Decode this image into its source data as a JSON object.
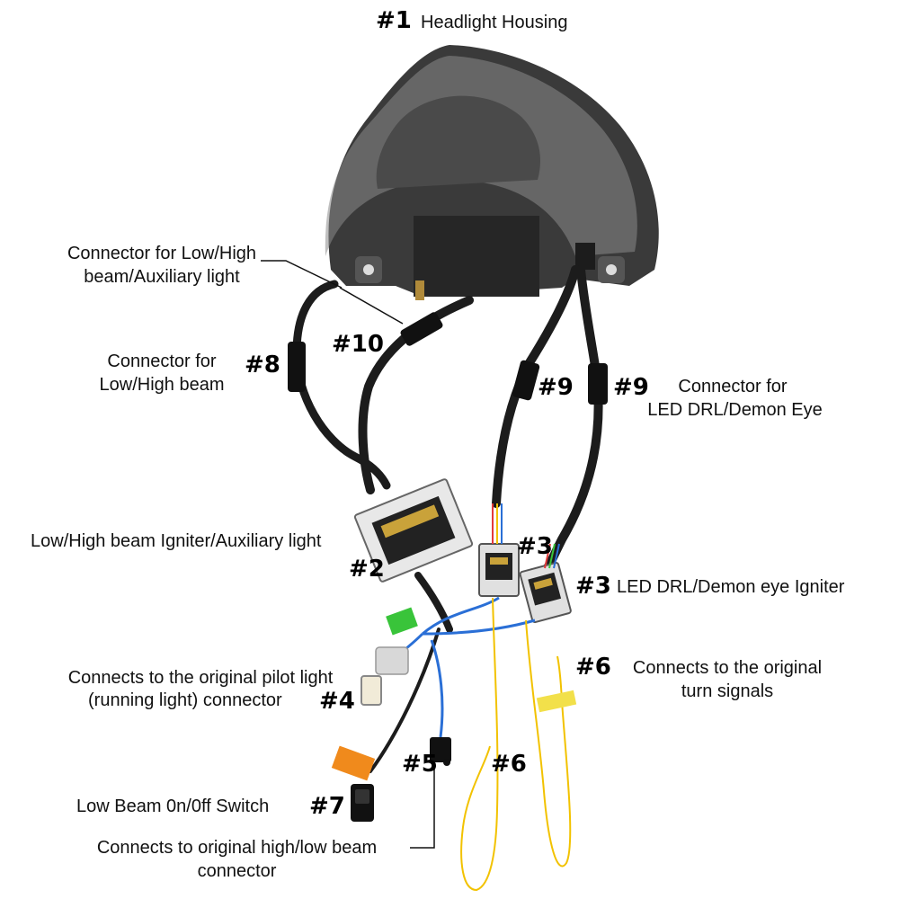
{
  "colors": {
    "background": "#ffffff",
    "cable": "#1c1c1c",
    "housing": "#3a3a3a",
    "igniter_box": "#e8e8e8",
    "yellow_wire": "#f2c200",
    "blue_wire": "#2a6fd6",
    "orange_tag": "#f08a1c",
    "green_tag": "#39c43a"
  },
  "callouts": {
    "headlight": {
      "num": "#1",
      "text": "Headlight Housing"
    },
    "low_high_aux_connector": {
      "line1": "Connector for Low/High",
      "line2": "beam/Auxiliary light"
    },
    "num10": "#10",
    "low_high_connector": {
      "num": "#8",
      "line1": "Connector for",
      "line2": "Low/High beam"
    },
    "drl_connector": {
      "num_left": "#9",
      "num_right": "#9",
      "line1": "Connector for",
      "line2": "LED DRL/Demon Eye"
    },
    "low_high_igniter": {
      "text": "Low/High beam Igniter/Auxiliary light",
      "num": "#2"
    },
    "drl_igniter": {
      "num_top": "#3",
      "num": "#3",
      "text": "LED DRL/Demon eye Igniter"
    },
    "turn_signals": {
      "num": "#6",
      "line1": "Connects to the original",
      "line2": "turn signals"
    },
    "pilot_light": {
      "line1": "Connects to the original pilot light",
      "line2": "(running light) connector",
      "num": "#4"
    },
    "num5": "#5",
    "num6b": "#6",
    "switch": {
      "text": "Low Beam 0n/0ff Switch",
      "num": "#7"
    },
    "beam_connector": {
      "line1": "Connects to original high/low beam",
      "line2": "connector"
    }
  }
}
